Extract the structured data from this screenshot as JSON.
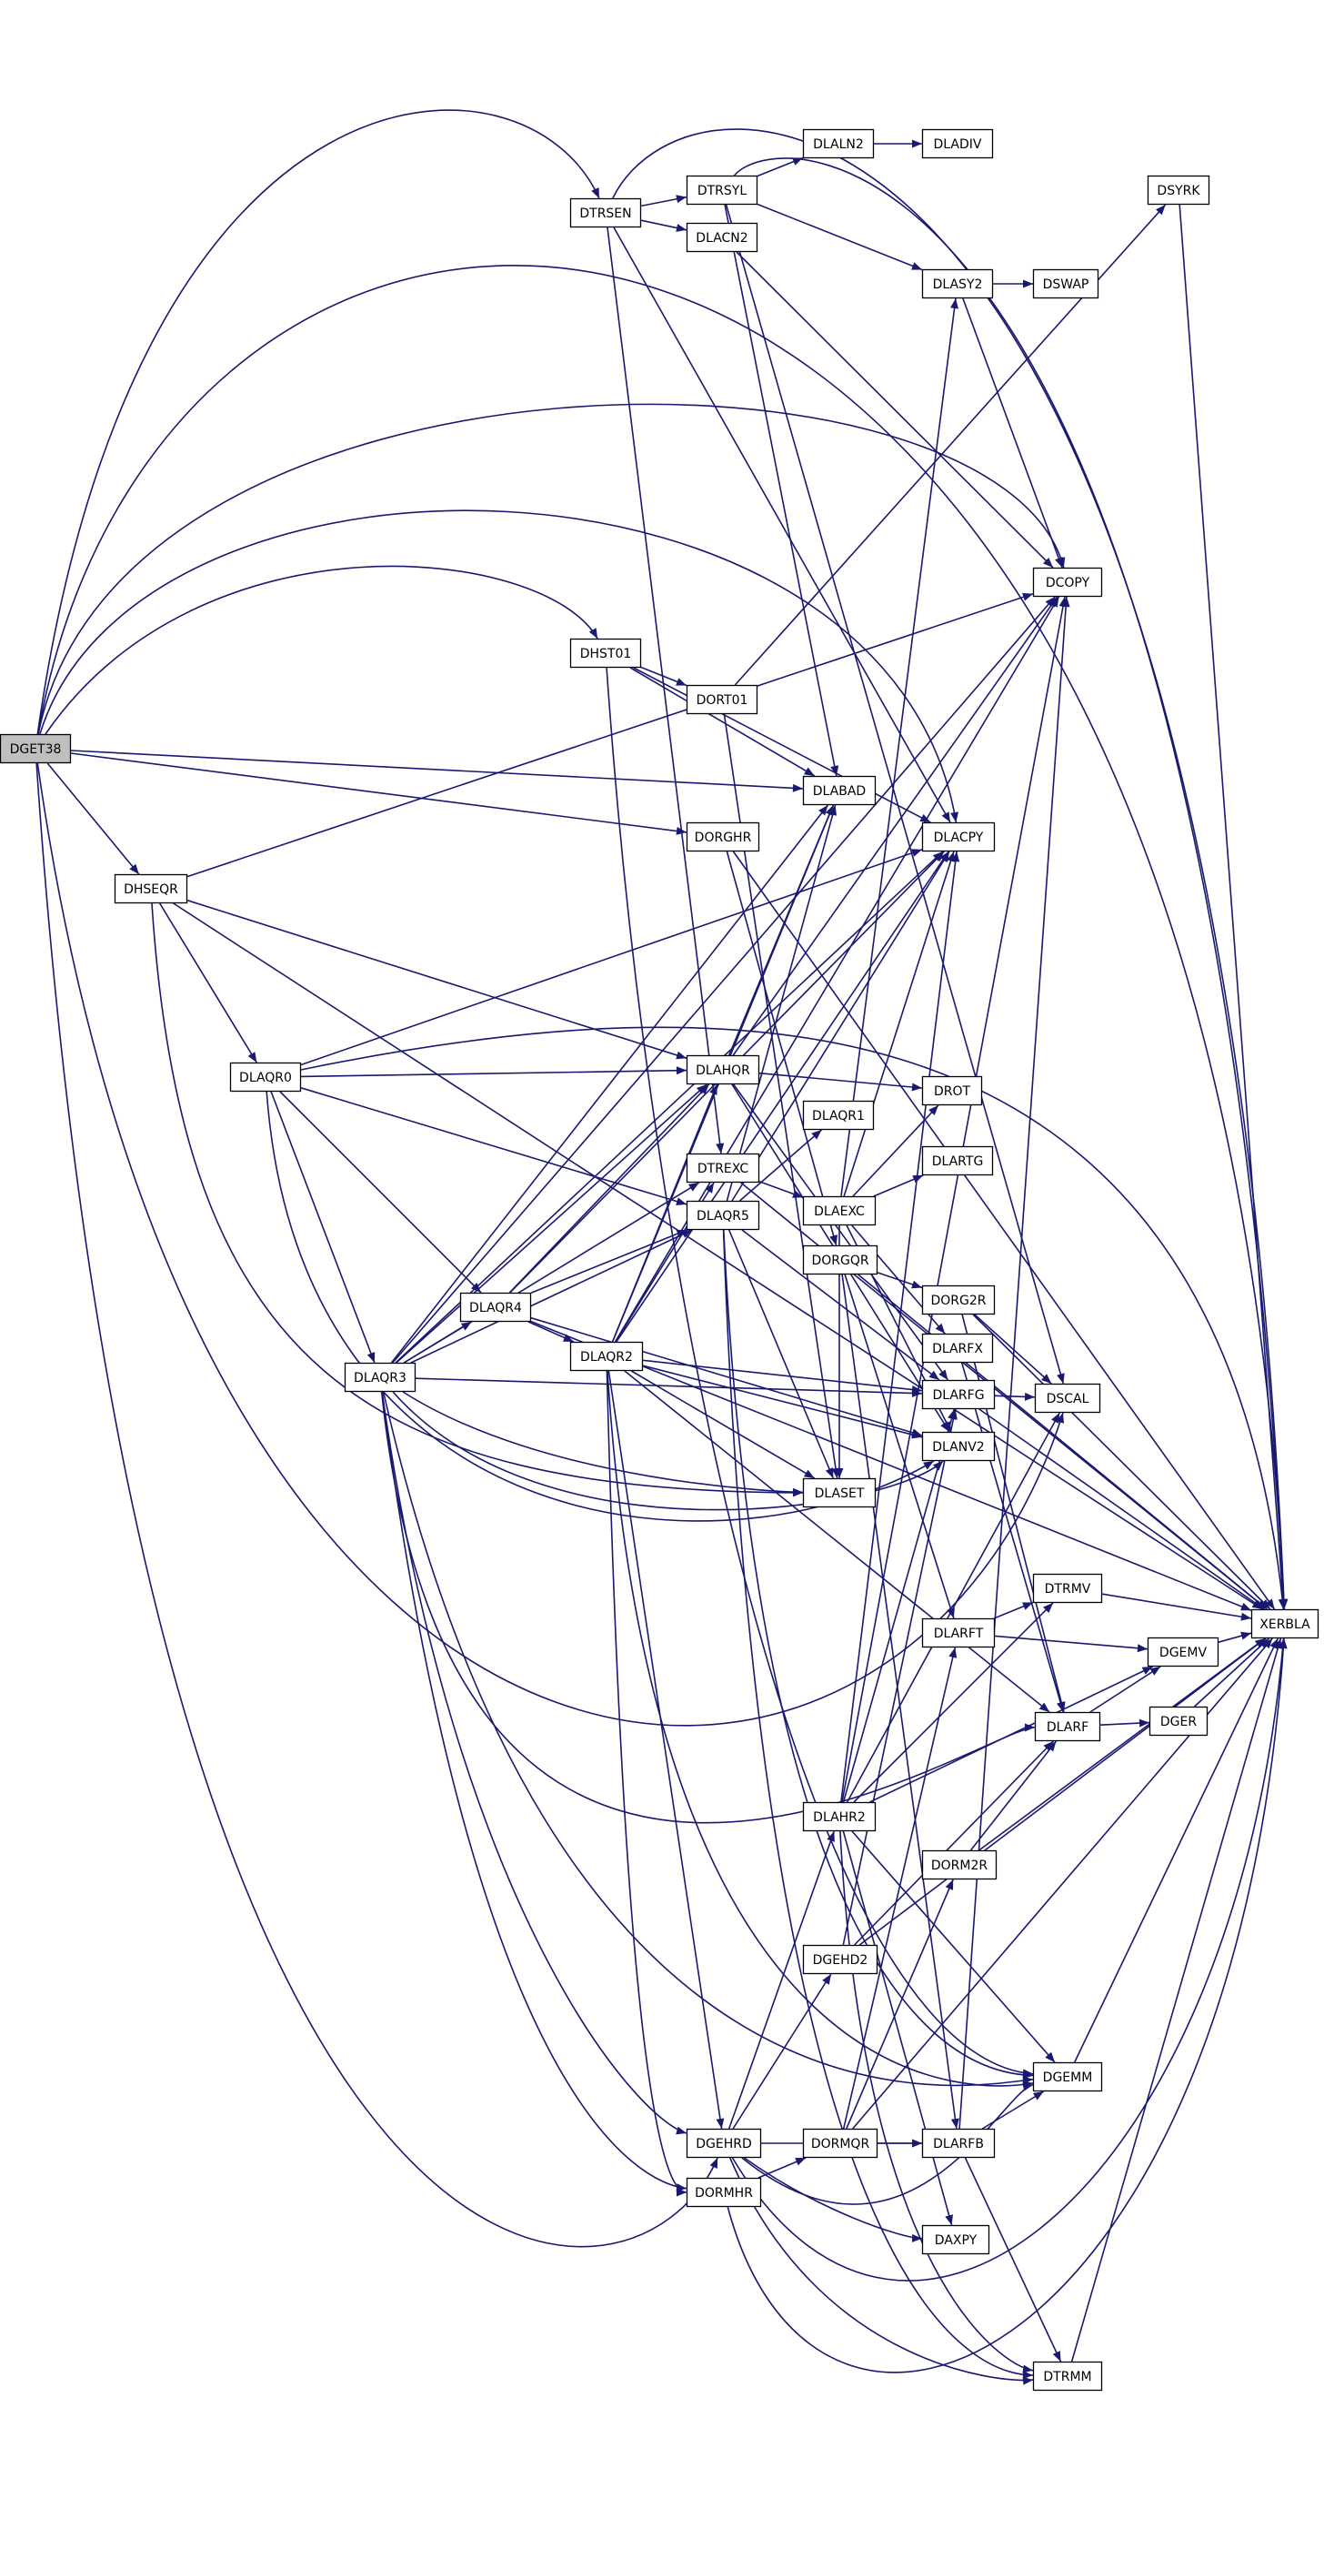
{
  "diagram": {
    "type": "call-graph",
    "root": "DGET38",
    "nodes": [
      {
        "id": "DGET38",
        "label": "DGET38",
        "root": true
      },
      {
        "id": "DTRSEN",
        "label": "DTRSEN"
      },
      {
        "id": "DTRSYL",
        "label": "DTRSYL"
      },
      {
        "id": "DLALN2",
        "label": "DLALN2"
      },
      {
        "id": "DLADIV",
        "label": "DLADIV"
      },
      {
        "id": "DSYRK",
        "label": "DSYRK"
      },
      {
        "id": "DLACN2",
        "label": "DLACN2"
      },
      {
        "id": "DLASY2",
        "label": "DLASY2"
      },
      {
        "id": "DSWAP",
        "label": "DSWAP"
      },
      {
        "id": "DCOPY",
        "label": "DCOPY"
      },
      {
        "id": "DHST01",
        "label": "DHST01"
      },
      {
        "id": "DORT01",
        "label": "DORT01"
      },
      {
        "id": "DLABAD",
        "label": "DLABAD"
      },
      {
        "id": "DORGHR",
        "label": "DORGHR"
      },
      {
        "id": "DLACPY",
        "label": "DLACPY"
      },
      {
        "id": "DHSEQR",
        "label": "DHSEQR"
      },
      {
        "id": "DLAQR0",
        "label": "DLAQR0"
      },
      {
        "id": "DLAHQR",
        "label": "DLAHQR"
      },
      {
        "id": "DROT",
        "label": "DROT"
      },
      {
        "id": "DLAQR1",
        "label": "DLAQR1"
      },
      {
        "id": "DLARTG",
        "label": "DLARTG"
      },
      {
        "id": "DTREXC",
        "label": "DTREXC"
      },
      {
        "id": "DLAEXC",
        "label": "DLAEXC"
      },
      {
        "id": "DLAQR5",
        "label": "DLAQR5"
      },
      {
        "id": "DORGQR",
        "label": "DORGQR"
      },
      {
        "id": "DLAQR4",
        "label": "DLAQR4"
      },
      {
        "id": "DORG2R",
        "label": "DORG2R"
      },
      {
        "id": "DLAQR3",
        "label": "DLAQR3"
      },
      {
        "id": "DLAQR2",
        "label": "DLAQR2"
      },
      {
        "id": "DLARFX",
        "label": "DLARFX"
      },
      {
        "id": "DLARFG",
        "label": "DLARFG"
      },
      {
        "id": "DSCAL",
        "label": "DSCAL"
      },
      {
        "id": "DLANV2",
        "label": "DLANV2"
      },
      {
        "id": "DLASET",
        "label": "DLASET"
      },
      {
        "id": "DTRMV",
        "label": "DTRMV"
      },
      {
        "id": "XERBLA",
        "label": "XERBLA"
      },
      {
        "id": "DLARFT",
        "label": "DLARFT"
      },
      {
        "id": "DGEMV",
        "label": "DGEMV"
      },
      {
        "id": "DLARF",
        "label": "DLARF"
      },
      {
        "id": "DGER",
        "label": "DGER"
      },
      {
        "id": "DLAHR2",
        "label": "DLAHR2"
      },
      {
        "id": "DORM2R",
        "label": "DORM2R"
      },
      {
        "id": "DGEHD2",
        "label": "DGEHD2"
      },
      {
        "id": "DGEMM",
        "label": "DGEMM"
      },
      {
        "id": "DGEHRD",
        "label": "DGEHRD"
      },
      {
        "id": "DORMQR",
        "label": "DORMQR"
      },
      {
        "id": "DLARFB",
        "label": "DLARFB"
      },
      {
        "id": "DORMHR",
        "label": "DORMHR"
      },
      {
        "id": "DAXPY",
        "label": "DAXPY"
      },
      {
        "id": "DTRMM",
        "label": "DTRMM"
      }
    ],
    "edges": [
      [
        "DGET38",
        "DTRSEN"
      ],
      [
        "DGET38",
        "XERBLA"
      ],
      [
        "DGET38",
        "DCOPY"
      ],
      [
        "DGET38",
        "DLACPY"
      ],
      [
        "DGET38",
        "DHST01"
      ],
      [
        "DGET38",
        "DLABAD"
      ],
      [
        "DGET38",
        "DORGHR"
      ],
      [
        "DGET38",
        "DHSEQR"
      ],
      [
        "DGET38",
        "DGEHRD"
      ],
      [
        "DGET38",
        "DSCAL"
      ],
      [
        "DTRSEN",
        "DTRSYL"
      ],
      [
        "DTRSEN",
        "DLACN2"
      ],
      [
        "DTRSEN",
        "XERBLA"
      ],
      [
        "DTRSEN",
        "DLACPY"
      ],
      [
        "DTRSEN",
        "DTREXC"
      ],
      [
        "DTRSYL",
        "DLALN2"
      ],
      [
        "DTRSYL",
        "DLASY2"
      ],
      [
        "DTRSYL",
        "XERBLA"
      ],
      [
        "DTRSYL",
        "DLABAD"
      ],
      [
        "DTRSYL",
        "DSCAL"
      ],
      [
        "DLALN2",
        "DLADIV"
      ],
      [
        "DLACN2",
        "DCOPY"
      ],
      [
        "DLASY2",
        "DSWAP"
      ],
      [
        "DLASY2",
        "DCOPY"
      ],
      [
        "DSYRK",
        "XERBLA"
      ],
      [
        "DHST01",
        "DORT01"
      ],
      [
        "DHST01",
        "DLABAD"
      ],
      [
        "DHST01",
        "DLACPY"
      ],
      [
        "DHST01",
        "DGEMM"
      ],
      [
        "DORT01",
        "DSYRK"
      ],
      [
        "DORT01",
        "DLASET"
      ],
      [
        "DORGHR",
        "DORGQR"
      ],
      [
        "DORGHR",
        "XERBLA"
      ],
      [
        "DHSEQR",
        "DLAQR0"
      ],
      [
        "DHSEQR",
        "DLAHQR"
      ],
      [
        "DHSEQR",
        "DCOPY"
      ],
      [
        "DHSEQR",
        "DLASET"
      ],
      [
        "DHSEQR",
        "XERBLA"
      ],
      [
        "DLAQR0",
        "DLAHQR"
      ],
      [
        "DLAQR0",
        "DLAQR3"
      ],
      [
        "DLAQR0",
        "DLAQR4"
      ],
      [
        "DLAQR0",
        "DLAQR5"
      ],
      [
        "DLAQR0",
        "DLACPY"
      ],
      [
        "DLAQR0",
        "DLANV2"
      ],
      [
        "DLAQR0",
        "XERBLA"
      ],
      [
        "DLAHQR",
        "DROT"
      ],
      [
        "DLAHQR",
        "DLABAD"
      ],
      [
        "DLAHQR",
        "DCOPY"
      ],
      [
        "DLAHQR",
        "DLANV2"
      ],
      [
        "DLAHQR",
        "DLARFG"
      ],
      [
        "DLAEXC",
        "DROT"
      ],
      [
        "DLAEXC",
        "DLARTG"
      ],
      [
        "DLAEXC",
        "DLACPY"
      ],
      [
        "DLAEXC",
        "DLASY2"
      ],
      [
        "DLAEXC",
        "DLANV2"
      ],
      [
        "DLAEXC",
        "DLARFX"
      ],
      [
        "DLAEXC",
        "DLASET"
      ],
      [
        "DTREXC",
        "DLAEXC"
      ],
      [
        "DTREXC",
        "XERBLA"
      ],
      [
        "DLAQR5",
        "DLAQR1"
      ],
      [
        "DLAQR5",
        "DLABAD"
      ],
      [
        "DLAQR5",
        "DLACPY"
      ],
      [
        "DLAQR5",
        "DLARFG"
      ],
      [
        "DLAQR5",
        "DLASET"
      ],
      [
        "DLAQR5",
        "DGEMM"
      ],
      [
        "DLAQR5",
        "DTRMM"
      ],
      [
        "DORGQR",
        "DORG2R"
      ],
      [
        "DORGQR",
        "DLARFT"
      ],
      [
        "DORGQR",
        "DLARFB"
      ],
      [
        "DORGQR",
        "XERBLA"
      ],
      [
        "DORG2R",
        "DLARF"
      ],
      [
        "DORG2R",
        "DSCAL"
      ],
      [
        "DORG2R",
        "XERBLA"
      ],
      [
        "DLAQR4",
        "DLAQR2"
      ],
      [
        "DLAQR4",
        "DLAHQR"
      ],
      [
        "DLAQR4",
        "DLAQR5"
      ],
      [
        "DLAQR4",
        "DLACPY"
      ],
      [
        "DLAQR4",
        "DLANV2"
      ],
      [
        "DLAQR4",
        "XERBLA"
      ],
      [
        "DLAQR3",
        "DLAQR4"
      ],
      [
        "DLAQR3",
        "DLAHQR"
      ],
      [
        "DLAQR3",
        "DTREXC"
      ],
      [
        "DLAQR3",
        "DLAQR5"
      ],
      [
        "DLAQR3",
        "DLABAD"
      ],
      [
        "DLAQR3",
        "DCOPY"
      ],
      [
        "DLAQR3",
        "DLACPY"
      ],
      [
        "DLAQR3",
        "DLARFG"
      ],
      [
        "DLAQR3",
        "DLASET"
      ],
      [
        "DLAQR3",
        "DLANV2"
      ],
      [
        "DLAQR3",
        "DLARF"
      ],
      [
        "DLAQR3",
        "DGEHRD"
      ],
      [
        "DLAQR3",
        "DORMHR"
      ],
      [
        "DLAQR3",
        "DGEMM"
      ],
      [
        "DLAQR2",
        "DLAHQR"
      ],
      [
        "DLAQR2",
        "DTREXC"
      ],
      [
        "DLAQR2",
        "DLABAD"
      ],
      [
        "DLAQR2",
        "DCOPY"
      ],
      [
        "DLAQR2",
        "DLACPY"
      ],
      [
        "DLAQR2",
        "DLARFG"
      ],
      [
        "DLAQR2",
        "DLASET"
      ],
      [
        "DLAQR2",
        "DLANV2"
      ],
      [
        "DLAQR2",
        "DLARF"
      ],
      [
        "DLAQR2",
        "DGEHRD"
      ],
      [
        "DLAQR2",
        "DORMHR"
      ],
      [
        "DLAQR2",
        "DGEMM"
      ],
      [
        "DLARFX",
        "DLARF"
      ],
      [
        "DLARFG",
        "DSCAL"
      ],
      [
        "DLARFG",
        "XERBLA"
      ],
      [
        "DLARFT",
        "DTRMV"
      ],
      [
        "DLARFT",
        "DGEMV"
      ],
      [
        "DTRMV",
        "XERBLA"
      ],
      [
        "DGEMV",
        "XERBLA"
      ],
      [
        "DLARF",
        "DGEMV"
      ],
      [
        "DLARF",
        "DGER"
      ],
      [
        "DGER",
        "XERBLA"
      ],
      [
        "DLAHR2",
        "DLACPY"
      ],
      [
        "DLAHR2",
        "DLARFG"
      ],
      [
        "DLAHR2",
        "DTRMV"
      ],
      [
        "DLAHR2",
        "DGEMV"
      ],
      [
        "DLAHR2",
        "DSCAL"
      ],
      [
        "DLAHR2",
        "DGEMM"
      ],
      [
        "DLAHR2",
        "DAXPY"
      ],
      [
        "DLAHR2",
        "DTRMM"
      ],
      [
        "DLAHR2",
        "DCOPY"
      ],
      [
        "DORM2R",
        "DLARF"
      ],
      [
        "DORM2R",
        "XERBLA"
      ],
      [
        "DGEHD2",
        "DLARFG"
      ],
      [
        "DGEHD2",
        "DLARF"
      ],
      [
        "DGEHD2",
        "XERBLA"
      ],
      [
        "DGEMM",
        "XERBLA"
      ],
      [
        "DGEHRD",
        "DLAHR2"
      ],
      [
        "DGEHRD",
        "DGEHD2"
      ],
      [
        "DGEHRD",
        "DLARFB"
      ],
      [
        "DGEHRD",
        "DGEMM"
      ],
      [
        "DGEHRD",
        "DAXPY"
      ],
      [
        "DGEHRD",
        "DTRMM"
      ],
      [
        "DGEHRD",
        "XERBLA"
      ],
      [
        "DORMQR",
        "DORM2R"
      ],
      [
        "DORMQR",
        "DLARFT"
      ],
      [
        "DORMQR",
        "DLARFB"
      ],
      [
        "DORMQR",
        "XERBLA"
      ],
      [
        "DLARFB",
        "DGEMM"
      ],
      [
        "DLARFB",
        "DTRMM"
      ],
      [
        "DLARFB",
        "DCOPY"
      ],
      [
        "DORMHR",
        "DORMQR"
      ],
      [
        "DORMHR",
        "XERBLA"
      ],
      [
        "DTRMM",
        "XERBLA"
      ]
    ]
  }
}
